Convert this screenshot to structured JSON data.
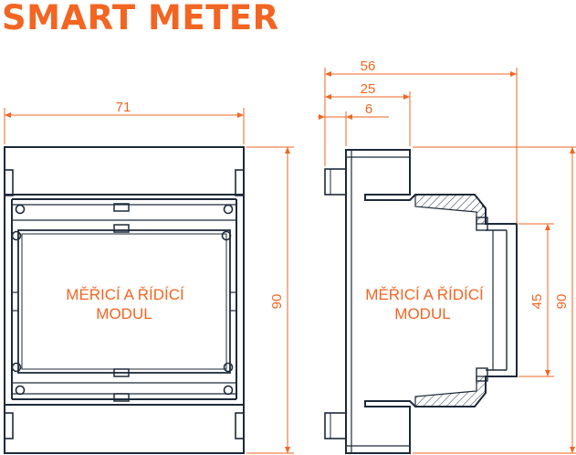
{
  "title": "SMART METER",
  "colors": {
    "accent": "#F26522",
    "outline": "#1E2A3A",
    "dimension": "#F26522",
    "background": "#FFFFFF"
  },
  "front_view": {
    "label_line1": "MĚŘICÍ A ŘÍDÍCÍ",
    "label_line2": "MODUL",
    "dim_width": "71",
    "dim_height": "90"
  },
  "side_view": {
    "label_line1": "MĚŘICÍ A ŘÍDÍCÍ",
    "label_line2": "MODUL",
    "dim_total_depth": "56",
    "dim_body_depth": "25",
    "dim_step": "6",
    "dim_inner_height": "45",
    "dim_height": "90"
  }
}
